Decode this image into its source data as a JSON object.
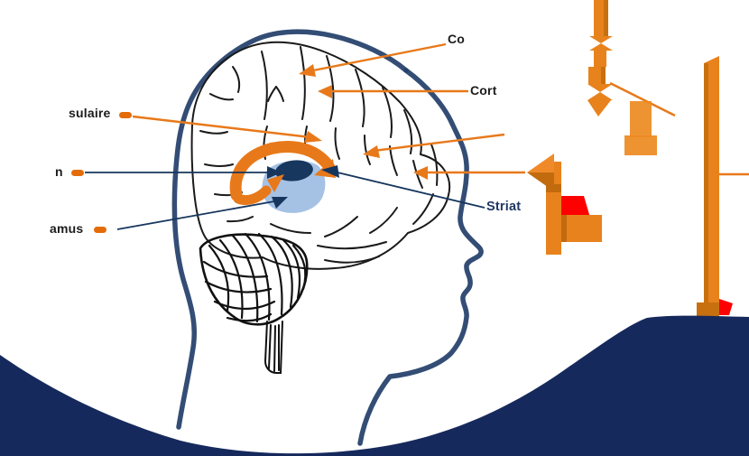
{
  "labels": {
    "insulaire_fragment": "sulaire",
    "left_mid_fragment": "n",
    "thalamus_fragment": "amus",
    "top_label_fragment_1": "Co",
    "top_label_fragment_2": "Cort",
    "striatum_fragment": "Striat"
  },
  "colors": {
    "accent_orange": "#E8791A",
    "dash_orange": "#E36C09",
    "dark_orange_shade": "#C26A0E",
    "deep_navy_nucleus": "#17375E",
    "navy_pointer": "#17365D",
    "head_outline_navy": "#24406B",
    "bottom_wave_navy": "#16295C",
    "striatum_light_blue": "#A5C2E5",
    "marker_red": "#FE0000",
    "line_art_black": "#1A1A1A",
    "label_text": "#1C1C1C",
    "striatum_label_text": "#203864"
  }
}
